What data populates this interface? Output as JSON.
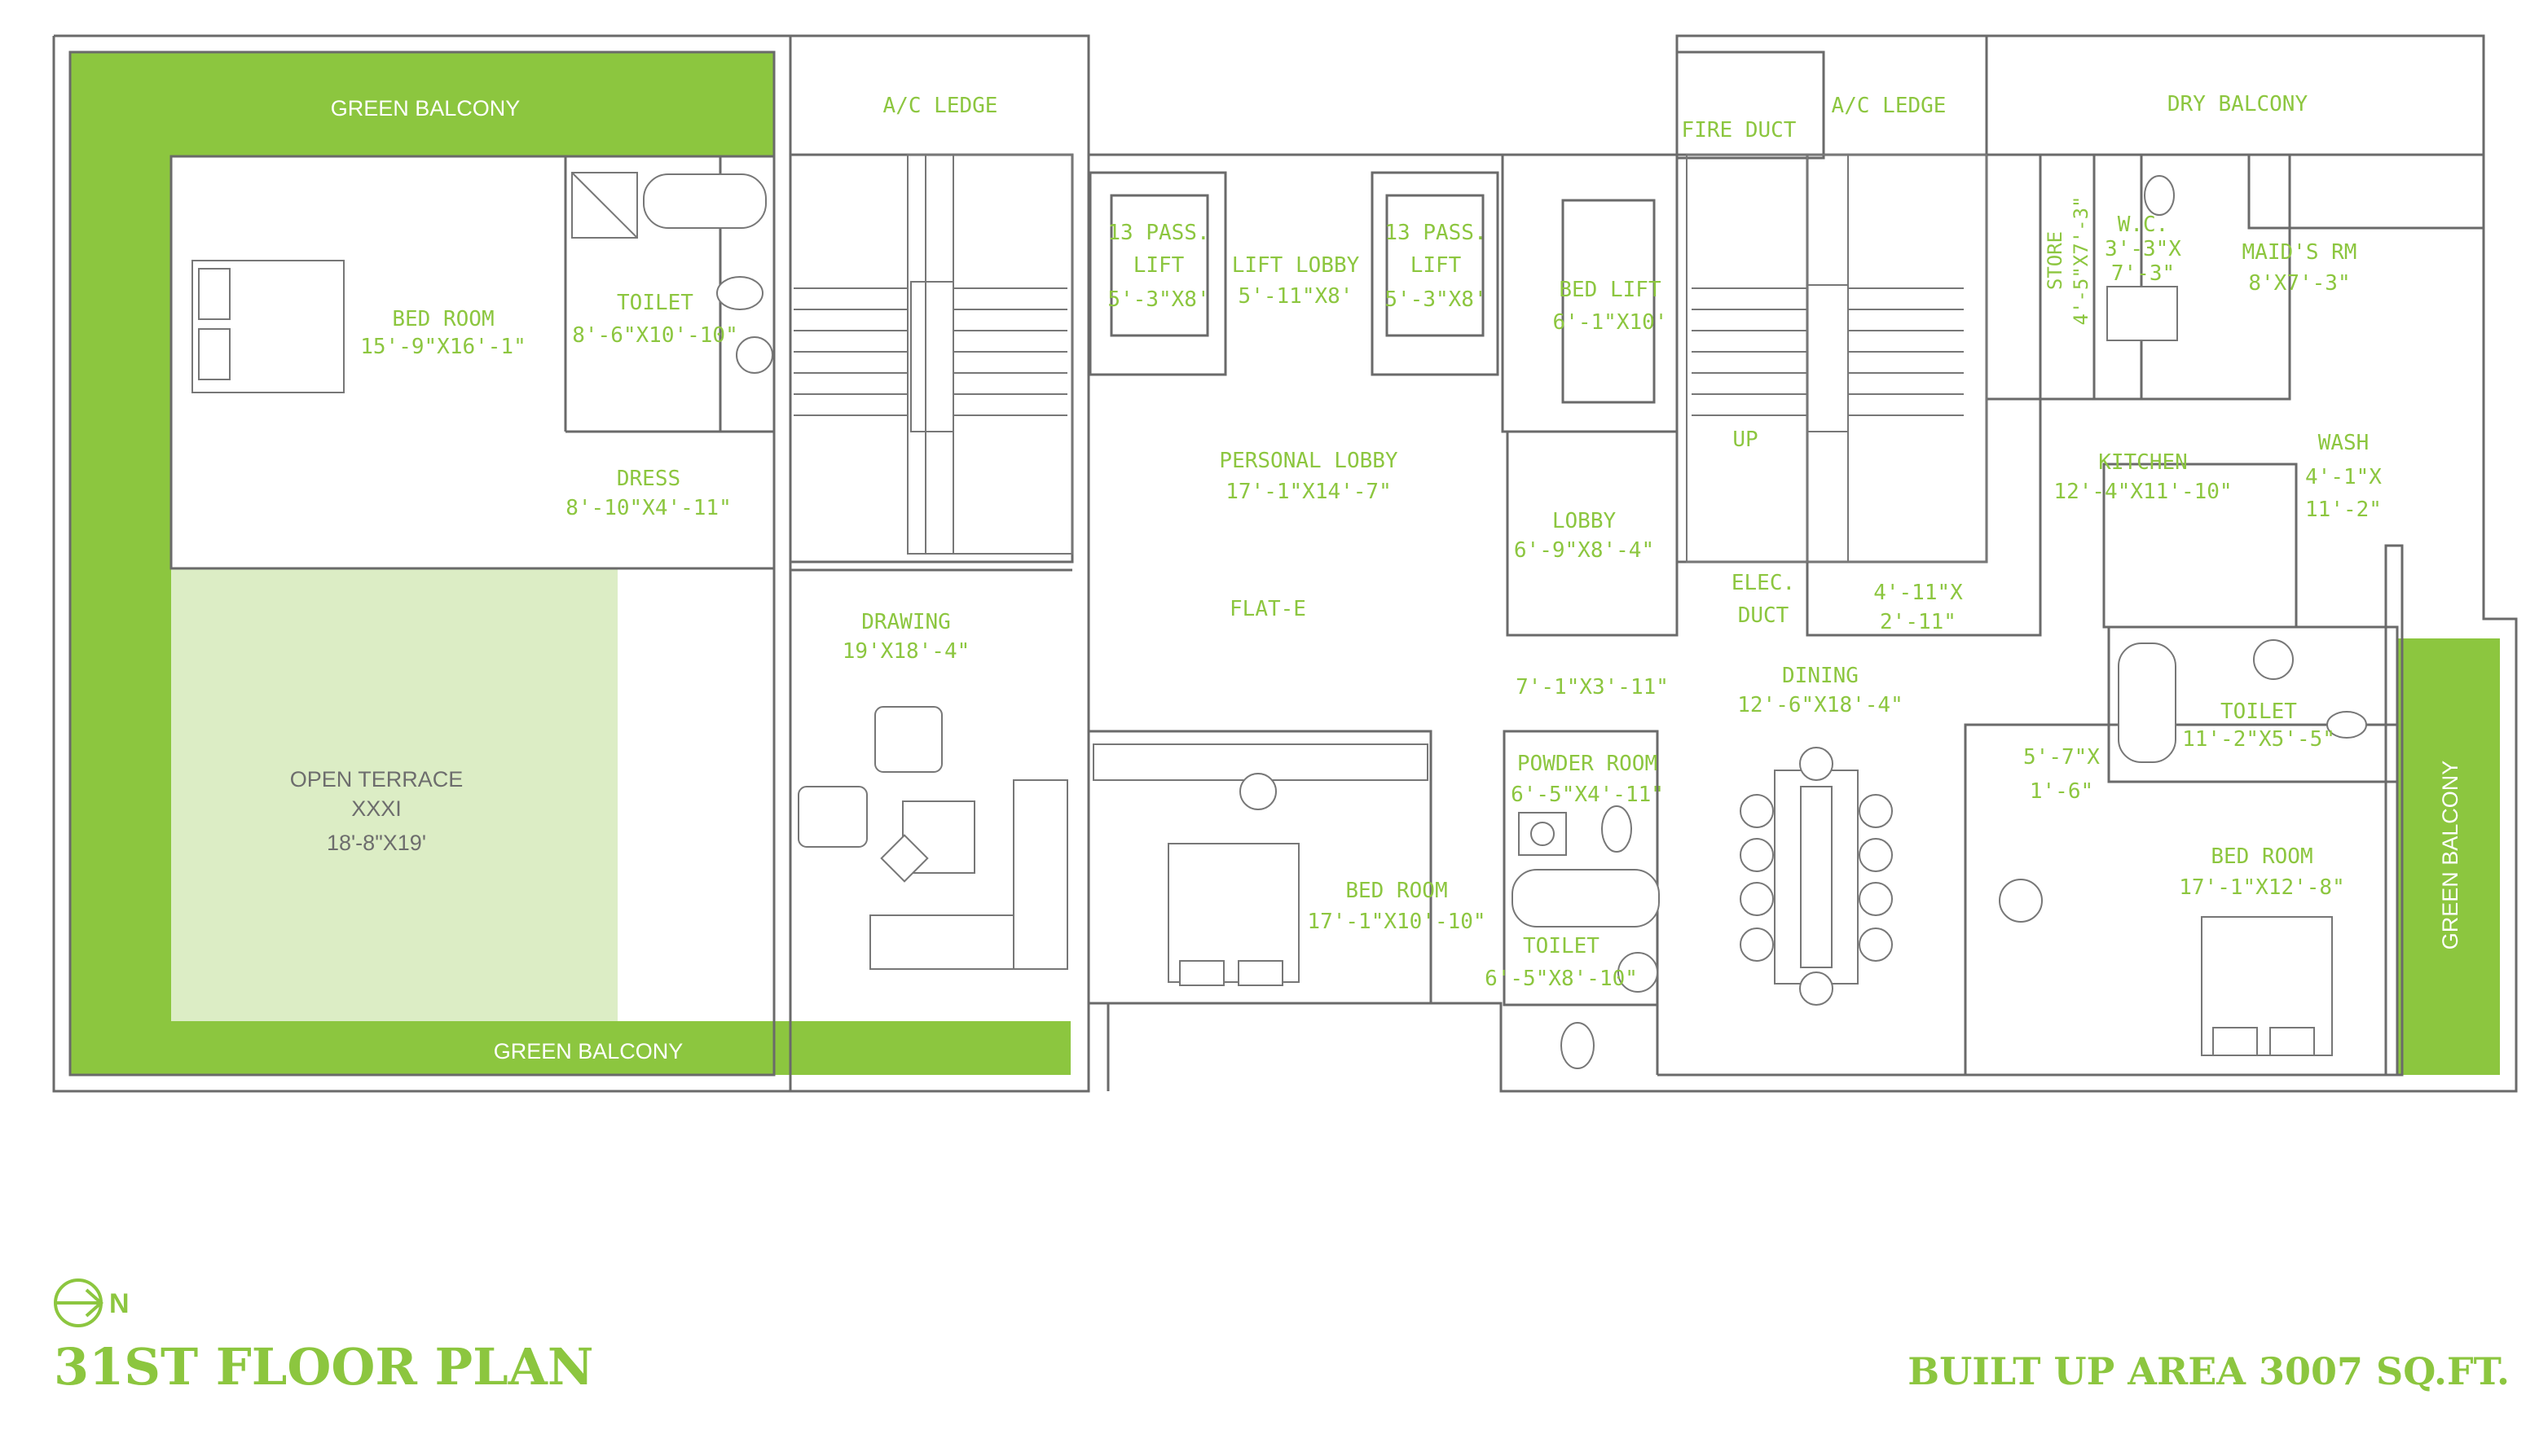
{
  "plan_title": "31ST FLOOR PLAN",
  "built_up_area": "BUILT UP AREA 3007 SQ.FT.",
  "compass": {
    "letter": "N",
    "icon": "north-arrow-icon"
  },
  "colors": {
    "accent": "#8cc63f",
    "terrace": "#dcedc5",
    "wall": "#6a6a6a"
  },
  "rooms": {
    "green_balcony_top": "GREEN BALCONY",
    "green_balcony_bottom": "GREEN BALCONY",
    "green_balcony_right": "GREEN BALCONY",
    "ac_ledge_left": "A/C LEDGE",
    "ac_ledge_right": "A/C LEDGE",
    "fire_duct": "FIRE DUCT",
    "dry_balcony": "DRY BALCONY",
    "bed_room_1": {
      "name": "BED ROOM",
      "size": "15'-9\"X16'-1\""
    },
    "toilet_1": {
      "name": "TOILET",
      "size": "8'-6\"X10'-10\""
    },
    "dress": {
      "name": "DRESS",
      "size": "8'-10\"X4'-11\""
    },
    "lift_1": {
      "name1": "13 PASS.",
      "name2": "LIFT",
      "size": "5'-3\"X8'"
    },
    "lift_lobby": {
      "name": "LIFT  LOBBY",
      "size": "5'-11\"X8'"
    },
    "lift_2": {
      "name1": "13 PASS.",
      "name2": "LIFT",
      "size": "5'-3\"X8'"
    },
    "bed_lift": {
      "name": "BED LIFT",
      "size": "6'-1\"X10'"
    },
    "up": "UP",
    "store": {
      "name": "STORE",
      "size": "4'-5\"X7'-3\""
    },
    "wc": {
      "name": "W.C.",
      "size1": "3'-3\"X",
      "size2": "7'-3\""
    },
    "maids_rm": {
      "name": "MAID'S RM",
      "size": "8'X7'-3\""
    },
    "kitchen": {
      "name": "KITCHEN",
      "size": "12'-4\"X11'-10\""
    },
    "wash": {
      "name": "WASH",
      "size1": "4'-1\"X",
      "size2": "11'-2\""
    },
    "personal_lobby": {
      "name": "PERSONAL LOBBY",
      "size": "17'-1\"X14'-7\""
    },
    "lobby": {
      "name": "LOBBY",
      "size": "6'-9\"X8'-4\""
    },
    "elec_duct": {
      "name1": "ELEC.",
      "name2": "DUCT"
    },
    "shaft": {
      "size1": "4'-11\"X",
      "size2": "2'-11\""
    },
    "flat": "FLAT-E",
    "drawing": {
      "name": "DRAWING",
      "size": "19'X18'-4\""
    },
    "open_terrace": {
      "name1": "OPEN TERRACE",
      "name2": "XXXI",
      "size": "18'-8\"X19'"
    },
    "passage": {
      "size": "7'-1\"X3'-11\""
    },
    "dining": {
      "name": "DINING",
      "size": "12'-6\"X18'-4\""
    },
    "powder_room": {
      "name": "POWDER ROOM",
      "size": "6'-5\"X4'-11\""
    },
    "toilet_2": {
      "name": "TOILET",
      "size": "6'-5\"X8'-10\""
    },
    "bed_room_2": {
      "name": "BED ROOM",
      "size": "17'-1\"X10'-10\""
    },
    "toilet_3": {
      "name": "TOILET",
      "size": "11'-2\"X5'-5\""
    },
    "niche": {
      "size1": "5'-7\"X",
      "size2": "1'-6\""
    },
    "bed_room_3": {
      "name": "BED ROOM",
      "size": "17'-1\"X12'-8\""
    }
  }
}
